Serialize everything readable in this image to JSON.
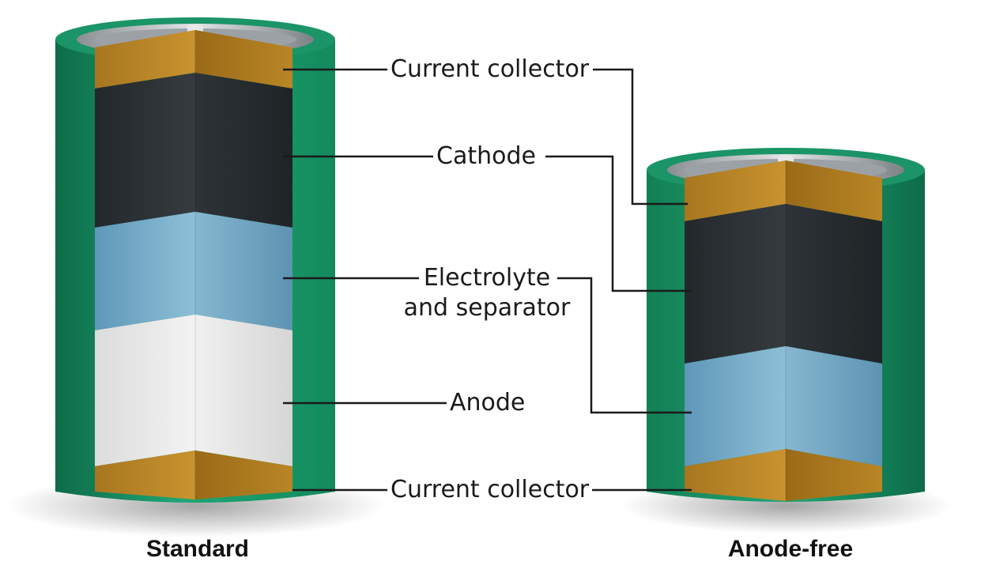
{
  "labels": {
    "current_collector_top": "Current collector",
    "cathode": "Cathode",
    "electrolyte_line1": "Electrolyte",
    "electrolyte_line2": "and separator",
    "anode": "Anode",
    "current_collector_bottom": "Current collector"
  },
  "captions": {
    "standard": "Standard",
    "anode_free": "Anode-free"
  },
  "colors": {
    "casing_green": "#1f9a6c",
    "casing_dark": "#0e6e4b",
    "collector_copper": "#b8852a",
    "cathode_dark": "#2c3033",
    "electrolyte_blue": "#7fb1cc",
    "anode_white": "#eeeeee",
    "leader_line": "#1a1a1a"
  }
}
